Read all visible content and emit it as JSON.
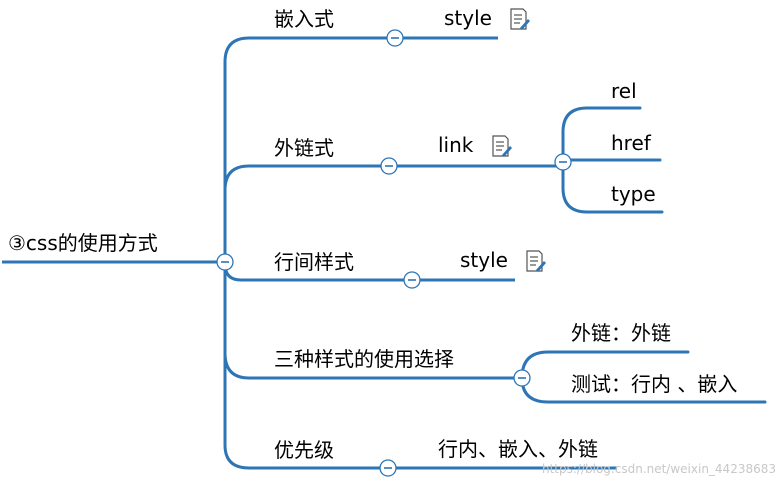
{
  "root": {
    "label": "③css的使用方式"
  },
  "branches": [
    {
      "label": "嵌入式",
      "children": [
        {
          "label": "style",
          "note_icon": "note-icon"
        }
      ]
    },
    {
      "label": "外链式",
      "children": [
        {
          "label": "link",
          "note_icon": "note-icon",
          "children": [
            {
              "label": "rel"
            },
            {
              "label": "href"
            },
            {
              "label": "type"
            }
          ]
        }
      ]
    },
    {
      "label": "行间样式",
      "children": [
        {
          "label": "style",
          "note_icon": "note-icon"
        }
      ]
    },
    {
      "label": "三种样式的使用选择",
      "children": [
        {
          "label": "外链：外链"
        },
        {
          "label": "测试：行内 、嵌入"
        }
      ]
    },
    {
      "label": "优先级",
      "children": [
        {
          "label": "行内、嵌入、外链"
        }
      ]
    }
  ],
  "watermark": "https://blog.csdn.net/weixin_44238683",
  "colors": {
    "line": "#2e75b6",
    "text": "#000000",
    "watermark": "#c8c8c8"
  }
}
